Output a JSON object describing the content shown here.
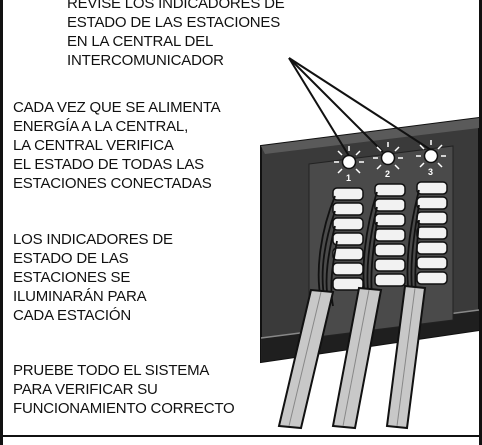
{
  "instructions": {
    "check_indicators": "REVISE LOS INDICADORES DE\nESTADO DE LAS ESTACIONES\nEN LA CENTRAL DEL\nINTERCOMUNICADOR",
    "power_check": "CADA VEZ QUE SE ALIMENTA\nENERGÍA A LA CENTRAL,\nLA CENTRAL VERIFICA\nEL ESTADO DE TODAS LAS\nESTACIONES CONECTADAS",
    "indicators_light": "LOS INDICADORES DE\nESTADO DE LAS\nESTACIONES SE\nILUMINARÁN PARA\nCADA ESTACIÓN",
    "test_system": "PRUEBE TODO EL SISTEMA\nPARA VERIFICAR SU\nFUNCIONAMIENTO CORRECTO"
  },
  "station_labels": [
    "1",
    "2",
    "3"
  ],
  "colors": {
    "panel": "#3a3a3a",
    "panel_edge": "#1a1a1a",
    "cable": "#c8c8c8",
    "connector": "#f2f2f2",
    "led": "#ffffff"
  }
}
